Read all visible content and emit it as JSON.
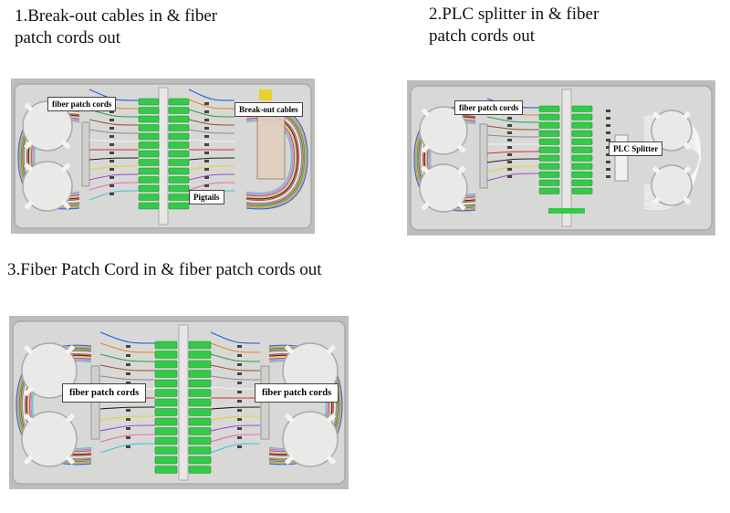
{
  "sections": [
    {
      "caption": "1.Break-out cables in & fiber\npatch cords out",
      "labels": [
        "fiber patch cords",
        "Break-out cables",
        "Pigtails"
      ]
    },
    {
      "caption": "2.PLC splitter in & fiber\npatch cords out",
      "labels": [
        "fiber patch cords",
        "PLC Splitter"
      ]
    },
    {
      "caption": "3.Fiber Patch Cord in & fiber patch cords out",
      "labels": [
        "fiber patch cords",
        "fiber patch cords"
      ]
    }
  ],
  "colors": {
    "tray": "#d8d8d6",
    "tray_edge": "#a9a9a6",
    "adapter_green": "#35c94a",
    "fiber_colors": [
      "#1f5fd6",
      "#e8862a",
      "#2ea04a",
      "#8b5a2b",
      "#8a8a8a",
      "#f2f2f2",
      "#d93030",
      "#222222",
      "#e8d22a",
      "#9b4fc4",
      "#e86aa6",
      "#3fc4d6"
    ]
  }
}
